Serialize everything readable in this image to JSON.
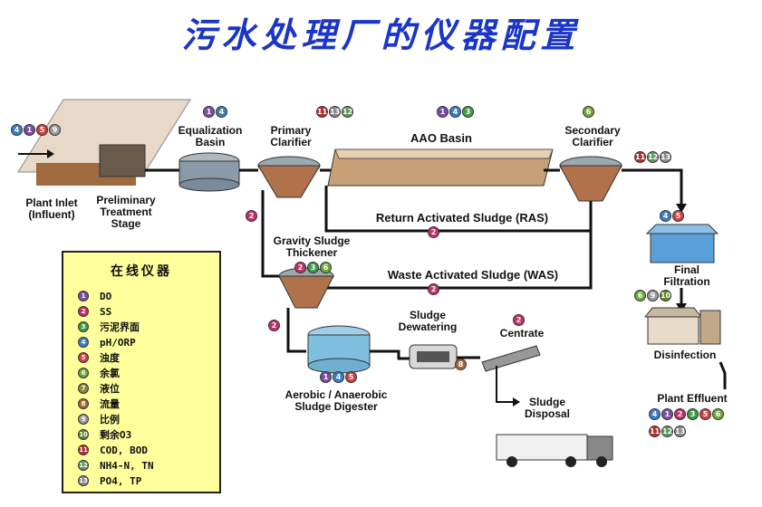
{
  "title": "污水处理厂的仪器配置",
  "labels": {
    "plant_inlet": "Plant Inlet\n(Influent)",
    "preliminary": "Preliminary\nTreatment\nStage",
    "equalization": "Equalization\nBasin",
    "primary": "Primary\nClarifier",
    "aao": "AAO  Basin",
    "secondary": "Secondary\nClarifier",
    "ras": "Return Activated Sludge (RAS)",
    "was": "Waste Activated Sludge (WAS)",
    "thickener": "Gravity Sludge\nThickener",
    "dewatering": "Sludge\nDewatering",
    "centrate": "Centrate",
    "digester": "Aerobic / Anaerobic\nSludge Digester",
    "disposal": "Sludge\nDisposal",
    "final_filtration": "Final\nFiltration",
    "disinfection": "Disinfection",
    "effluent": "Plant Effluent"
  },
  "legend": {
    "title": "在线仪器",
    "items": [
      {
        "num": "1",
        "text": "DO",
        "color": "#7b4fa0"
      },
      {
        "num": "2",
        "text": "SS",
        "color": "#c0306a"
      },
      {
        "num": "3",
        "text": "污泥界面",
        "color": "#3f9a45"
      },
      {
        "num": "4",
        "text": "pH/ORP",
        "color": "#3a7fc4"
      },
      {
        "num": "5",
        "text": "浊度",
        "color": "#d04040"
      },
      {
        "num": "6",
        "text": "余氯",
        "color": "#6fa838"
      },
      {
        "num": "7",
        "text": "液位",
        "color": "#8a8a3a"
      },
      {
        "num": "8",
        "text": "流量",
        "color": "#a86a3a"
      },
      {
        "num": "9",
        "text": "比例",
        "color": "#9a9a9a"
      },
      {
        "num": "10",
        "text": "剩余O3",
        "color": "#5a8a2a"
      },
      {
        "num": "11",
        "text": "COD, BOD",
        "color": "#b03030"
      },
      {
        "num": "12",
        "text": "NH4-N, TN",
        "color": "#5a9a5a"
      },
      {
        "num": "13",
        "text": "PO4, TP",
        "color": "#8a8a8a"
      }
    ]
  },
  "colors": {
    "title": "#1a35c8",
    "legend_bg": "#ffff9c",
    "pipe": "#1a1a1a",
    "sludge": "#b0724a",
    "tank": "#8fa0b0",
    "water": "#7fc8e8"
  }
}
